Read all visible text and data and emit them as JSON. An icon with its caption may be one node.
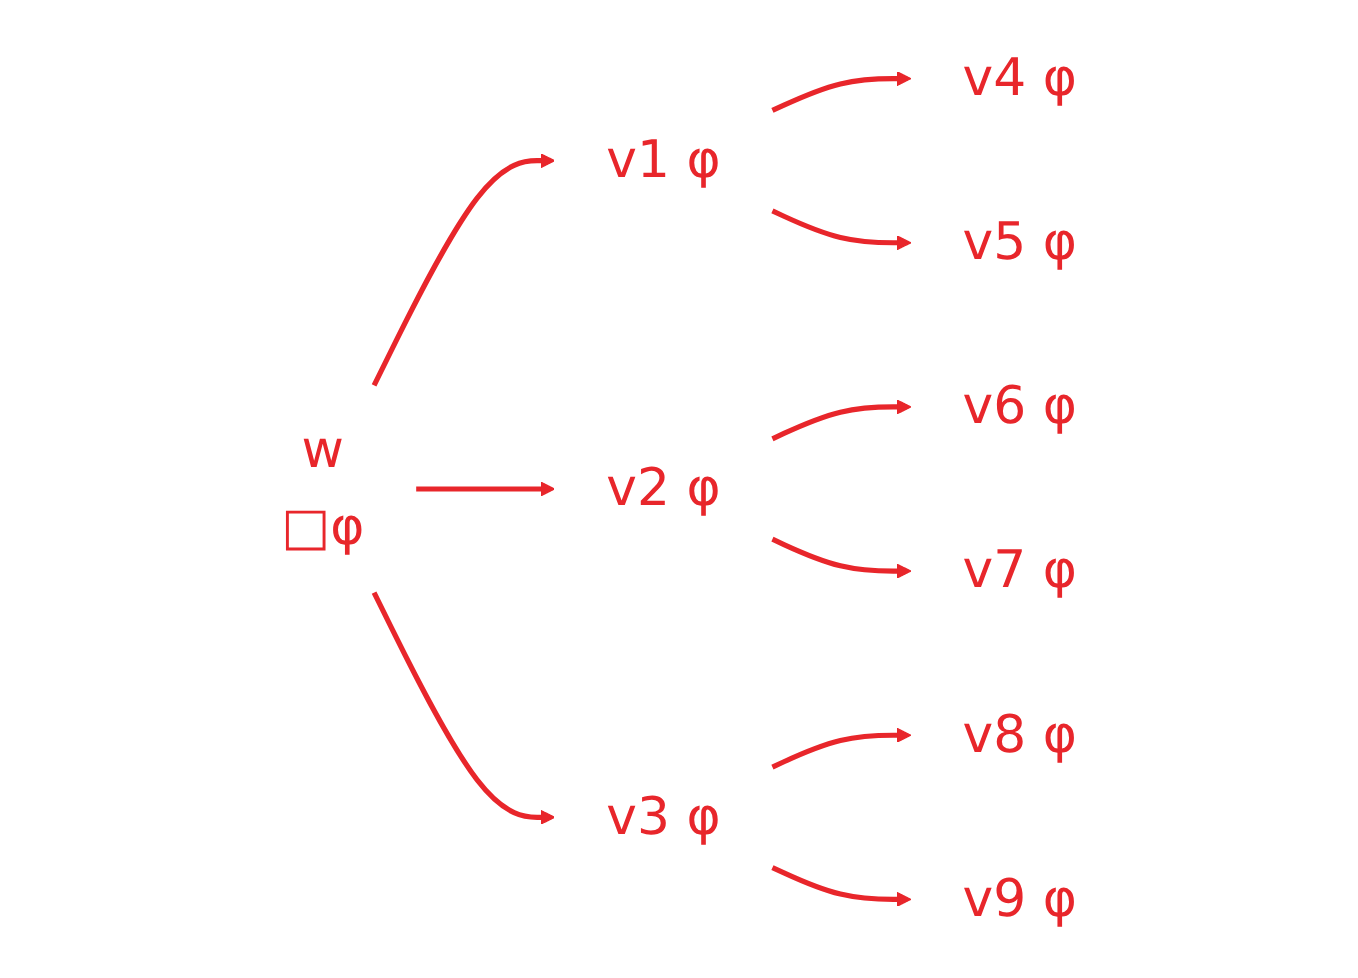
{
  "diagram": {
    "nodes": [
      {
        "text": [
          "w",
          "□φ"
        ]
      },
      {
        "text": [
          "v1 φ"
        ]
      },
      {
        "text": [
          "v2 φ"
        ]
      },
      {
        "text": [
          "v3 φ"
        ]
      },
      {
        "text": [
          "v4 φ"
        ]
      },
      {
        "text": [
          "v5 φ"
        ]
      },
      {
        "text": [
          "v6 φ"
        ]
      },
      {
        "text": [
          "v7 φ"
        ]
      },
      {
        "text": [
          "v8 φ"
        ]
      },
      {
        "text": [
          "v9 φ"
        ]
      }
    ],
    "edges": [
      {
        "from": 0,
        "to": 1,
        "arrow": "to",
        "color": "#e8262b"
      },
      {
        "from": 0,
        "to": 2,
        "arrow": "to",
        "color": "#e8262b"
      },
      {
        "from": 0,
        "to": 3,
        "arrow": "to",
        "color": "#e8262b"
      },
      {
        "from": 1,
        "to": 4,
        "arrow": "to",
        "color": "#e8262b"
      },
      {
        "from": 1,
        "to": 5,
        "arrow": "to",
        "color": "#e8262b"
      },
      {
        "from": 2,
        "to": 6,
        "arrow": "to",
        "color": "#e8262b"
      },
      {
        "from": 2,
        "to": 7,
        "arrow": "to",
        "color": "#e8262b"
      },
      {
        "from": 3,
        "to": 8,
        "arrow": "to",
        "color": "#e8262b"
      },
      {
        "from": 3,
        "to": 9,
        "arrow": "to",
        "color": "#e8262b"
      }
    ]
  }
}
